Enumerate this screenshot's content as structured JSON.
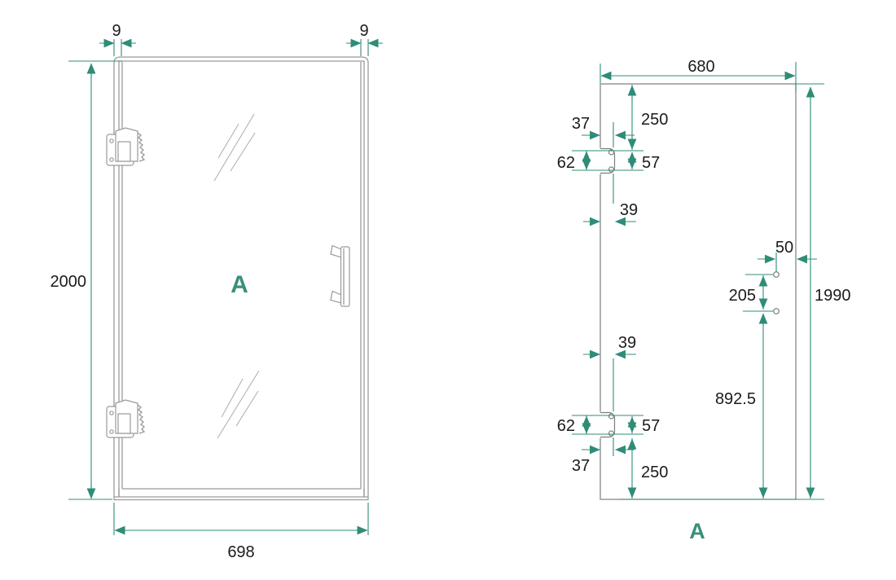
{
  "colors": {
    "dimension_accent": "#2F8C77",
    "outline_gray": "#8f8f8f",
    "text": "#1b1b1b"
  },
  "left_view": {
    "label": "A",
    "dim_frame_left": "9",
    "dim_frame_right": "9",
    "dim_height": "2000",
    "dim_width": "698"
  },
  "right_view": {
    "label": "A",
    "dim_width": "680",
    "dim_top_to_hinge": "250",
    "dim_hinge_top_offset": "37",
    "dim_hinge_top_height": "62",
    "dim_hinge_top_holes": "57",
    "dim_hinge_top_notch": "39",
    "dim_handle_offset": "50",
    "dim_handle_holes": "205",
    "dim_height": "1990",
    "dim_hinge_bottom_notch": "39",
    "dim_handle_to_bottom": "892.5",
    "dim_hinge_bottom_height": "62",
    "dim_hinge_bottom_holes": "57",
    "dim_hinge_bottom_offset": "37",
    "dim_bottom_to_hinge": "250"
  }
}
